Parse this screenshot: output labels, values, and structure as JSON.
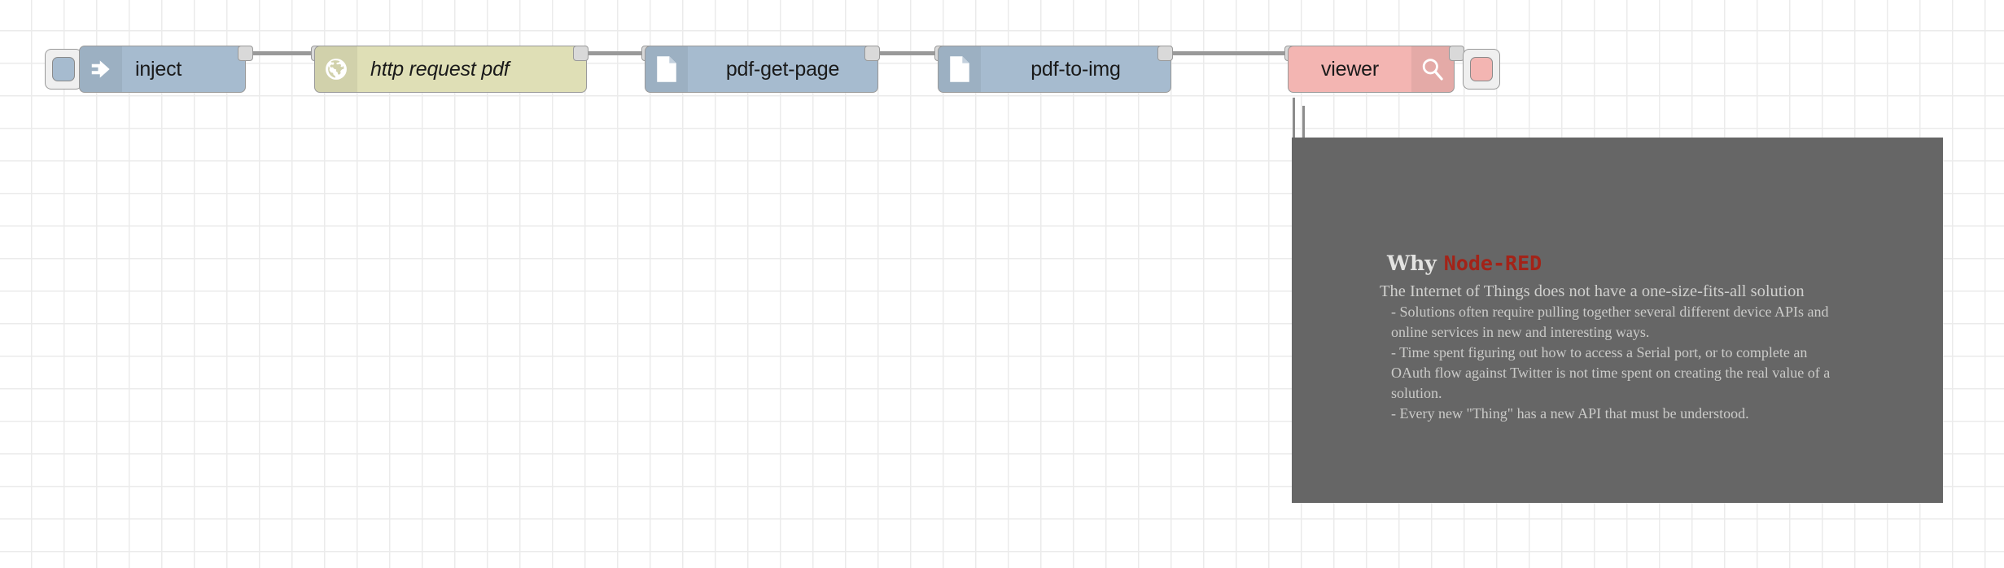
{
  "app": {
    "name": "Node-RED flow editor",
    "canvas_background": "#ffffff",
    "grid_color": "#ebebeb"
  },
  "flow": {
    "nodes": [
      {
        "id": "inject",
        "label": "inject",
        "type": "inject",
        "icon": "arrow-right-icon",
        "color": "#a6bbcf",
        "has_trigger_button": true,
        "italic": false
      },
      {
        "id": "http-request-pdf",
        "label": "http request pdf",
        "type": "http request",
        "icon": "globe-icon",
        "color": "#dfdfb6",
        "has_trigger_button": false,
        "italic": true
      },
      {
        "id": "pdf-get-page",
        "label": "pdf-get-page",
        "type": "pdf-get-page",
        "icon": "file-icon",
        "color": "#a6bbcf",
        "has_trigger_button": false,
        "italic": false
      },
      {
        "id": "pdf-to-img",
        "label": "pdf-to-img",
        "type": "pdf-to-img",
        "icon": "file-icon",
        "color": "#a6bbcf",
        "has_trigger_button": false,
        "italic": false
      },
      {
        "id": "viewer",
        "label": "viewer",
        "type": "viewer",
        "icon": "magnifier-icon",
        "color": "#f3b5b2",
        "has_trigger_button": true,
        "italic": false
      }
    ],
    "wire_color": "#999999",
    "port_color": "#d9d9d9"
  },
  "preview": {
    "background": "#666666",
    "heading": {
      "prefix": "Why",
      "brand": "Node-RED",
      "prefix_color": "#e3e3e1",
      "brand_color": "#a32318"
    },
    "lead": "The Internet of Things does not have a one-size-fits-all solution",
    "bullets": [
      "- Solutions often require pulling together several different device APIs and online services in new and interesting ways.",
      "- Time spent figuring out how to access a Serial port, or to complete an OAuth flow against Twitter is not time spent on creating the real value of a solution.",
      "- Every new \"Thing\" has a new API that must be understood."
    ],
    "text_color": "#cbcbc9"
  }
}
